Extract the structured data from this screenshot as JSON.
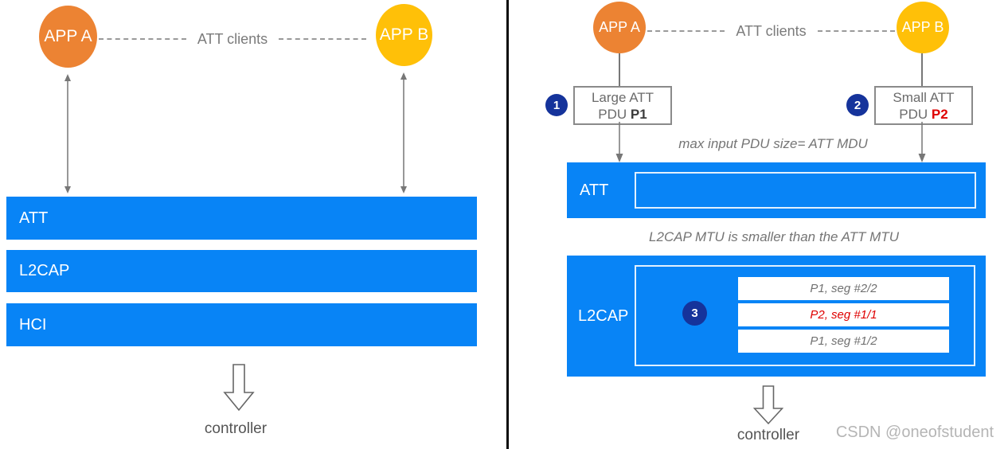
{
  "colors": {
    "blue": "#0884F6",
    "orange": "#EC8333",
    "yellow": "#FFC008",
    "badge_blue": "#15339B",
    "red": "#DF0000"
  },
  "left_panel": {
    "app_a": "APP A",
    "app_b": "APP B",
    "att_clients": "ATT clients",
    "layers": [
      "ATT",
      "L2CAP",
      "HCI"
    ],
    "controller": "controller"
  },
  "right_panel": {
    "app_a": "APP A",
    "app_b": "APP B",
    "att_clients": "ATT clients",
    "badges": {
      "one": "1",
      "two": "2",
      "three": "3"
    },
    "pdu_box_1": {
      "line1": "Large ATT",
      "line2_prefix": "PDU ",
      "line2_bold": "P1"
    },
    "pdu_box_2": {
      "line1": "Small ATT",
      "line2_prefix": "PDU ",
      "line2_bold": "P2"
    },
    "caption_top": "max input PDU size= ATT MDU",
    "caption_middle": "L2CAP MTU is smaller than the ATT MTU",
    "att_label": "ATT",
    "l2cap_label": "L2CAP",
    "segments": [
      {
        "label": "P1, seg #2/2",
        "color": "gray"
      },
      {
        "label": "P2, seg #1/1",
        "color": "red"
      },
      {
        "label": "P1, seg #1/2",
        "color": "gray"
      }
    ],
    "controller": "controller",
    "watermark": "CSDN @oneofstudent"
  }
}
